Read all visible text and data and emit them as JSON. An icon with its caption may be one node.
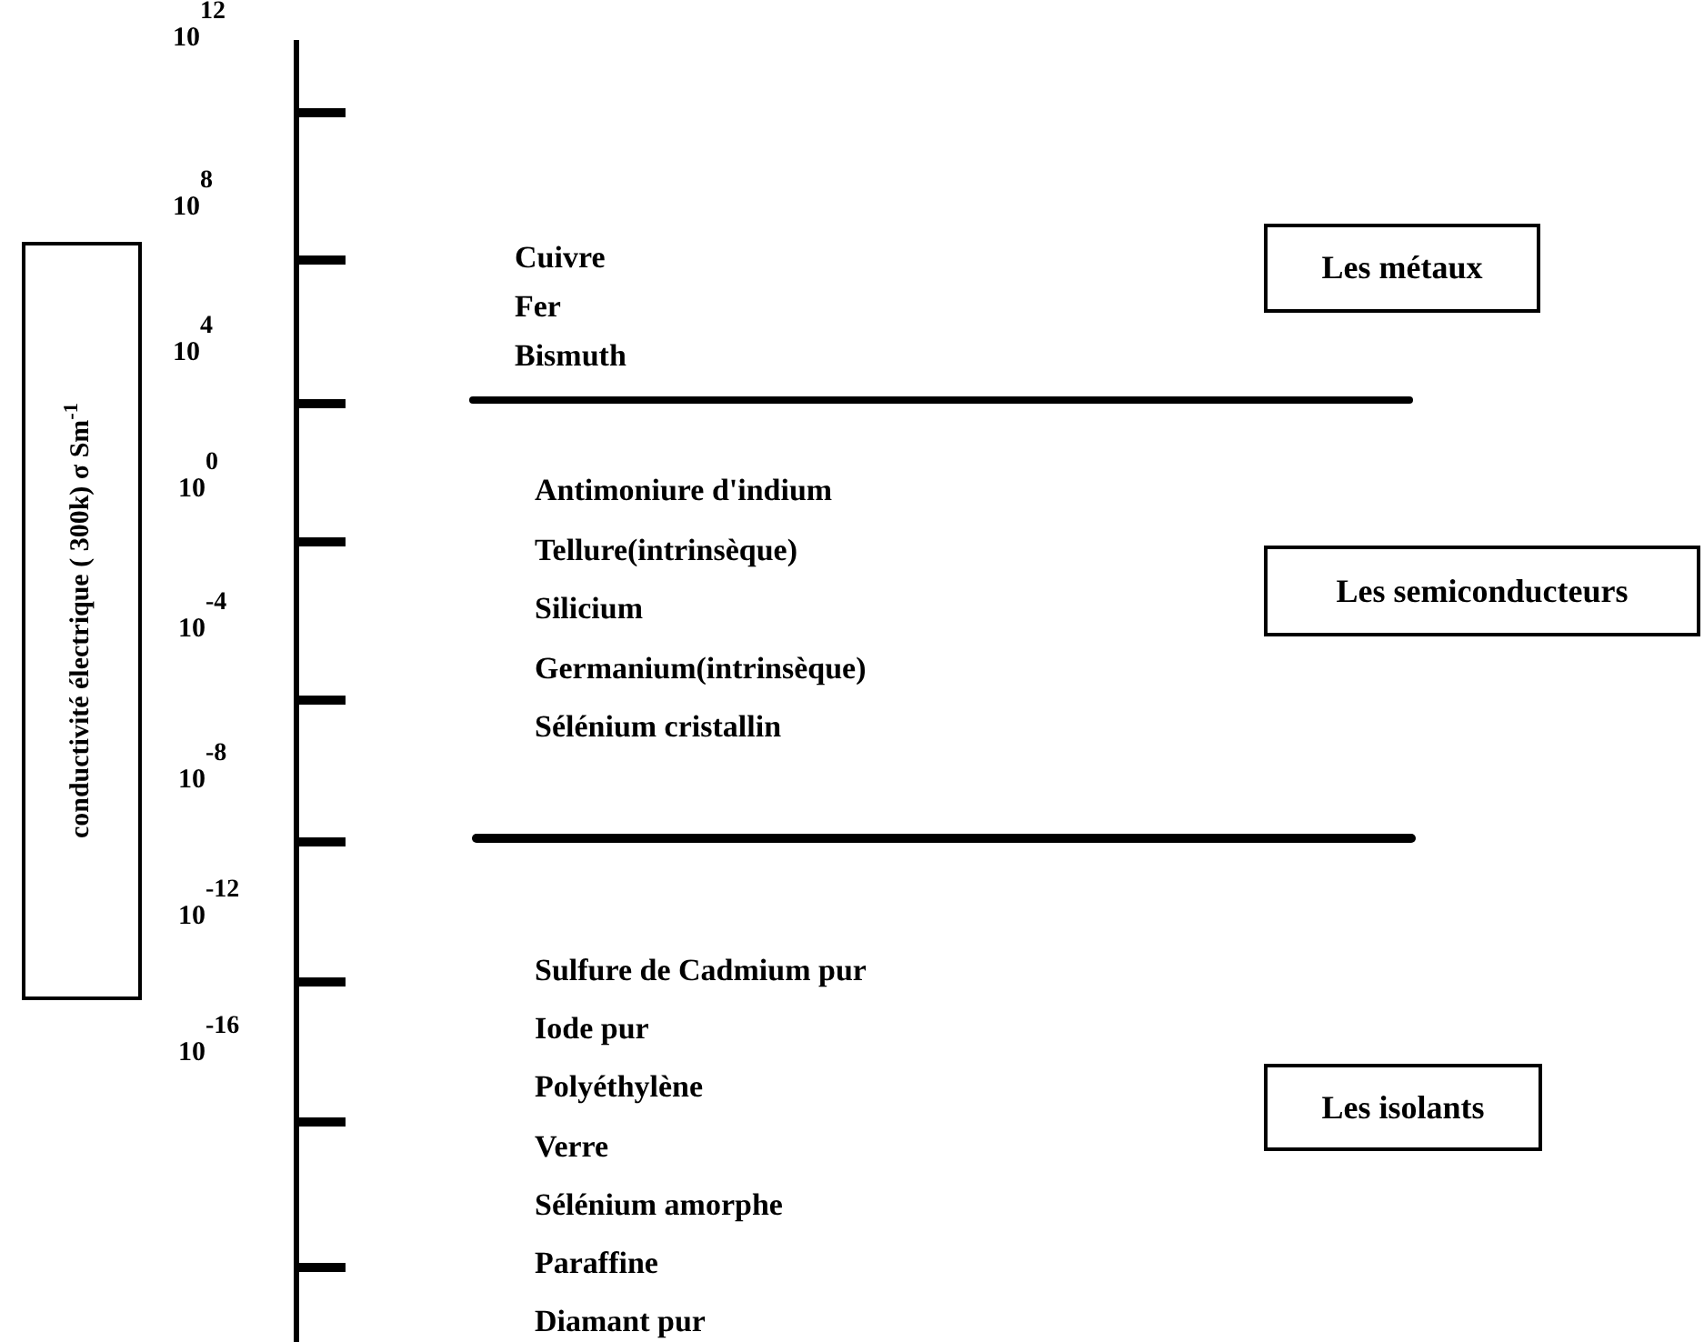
{
  "diagram": {
    "nodes": [
      {
        "text": [
          "conductivité électrique ( 300k) σ Sm$^{-1}$"
        ]
      },
      {
        "text": [
          "Les métaux"
        ]
      },
      {
        "text": [
          "Les semiconducteurs"
        ]
      },
      {
        "text": [
          "Les isolants"
        ]
      }
    ],
    "labels": [
      "10$^{12}$",
      "10$^{8}$",
      "10$^{4}$",
      "10$^{0}$",
      "10$^{-4}$",
      "10$^{-8}$",
      "10$^{-12}$",
      "10$^{-16}$",
      "Cuivre",
      "Fer",
      "Bismuth",
      "Antimoniure d'indium",
      "Tellure(intrinsèque)",
      "Silicium",
      "Germanium(intrinsèque)",
      "Sélénium cristallin",
      "Sulfure de Cadmium pur",
      "Iode pur",
      "Polyéthylène",
      "Verre",
      "Sélénium amorphe",
      "Paraffine",
      "Diamant pur"
    ]
  }
}
